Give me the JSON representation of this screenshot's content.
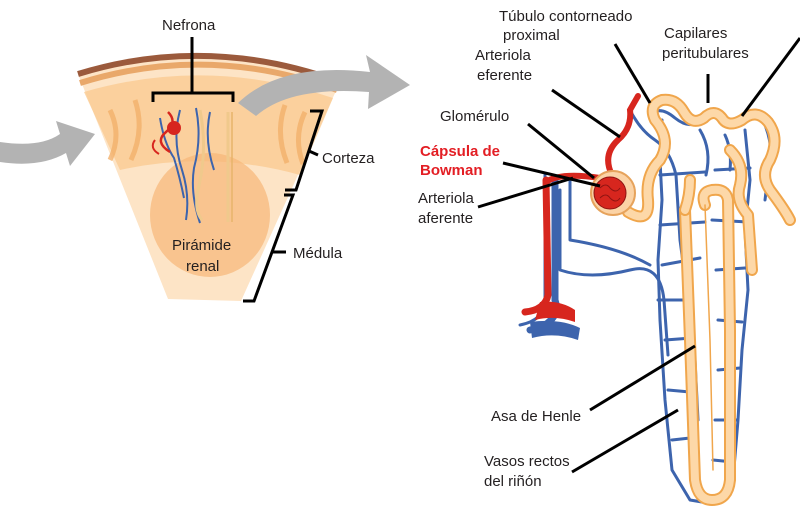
{
  "labels": {
    "nefrona": "Nefrona",
    "corteza": "Corteza",
    "medula": "Médula",
    "piramide_line1": "Pirámide",
    "piramide_line2": "renal",
    "tubulo_line1": "Túbulo contorneado",
    "tubulo_line2": "proximal",
    "capilares_line1": "Capilares",
    "capilares_line2": "peritubulares",
    "arteriola_eferente_line1": "Arteriola",
    "arteriola_eferente_line2": "eferente",
    "glomerulo": "Glomérulo",
    "capsula_line1": "Cápsula de",
    "capsula_line2": "Bowman",
    "arteriola_aferente_line1": "Arteriola",
    "arteriola_aferente_line2": "aferente",
    "asa_henle": "Asa de Henle",
    "vasos_line1": "Vasos rectos",
    "vasos_line2": "del riñón"
  },
  "colors": {
    "artery": "#d7261e",
    "vein": "#3d64ad",
    "tubule_fill": "#fdd8a8",
    "tubule_edge": "#f0a64c",
    "kidney_light": "#fde2c2",
    "kidney_mid": "#f9c88f",
    "capsule_stripe": "#9b5a3c",
    "arrow_gray": "#b3b3b3",
    "label_red": "#e31e24",
    "line": "#000000"
  }
}
